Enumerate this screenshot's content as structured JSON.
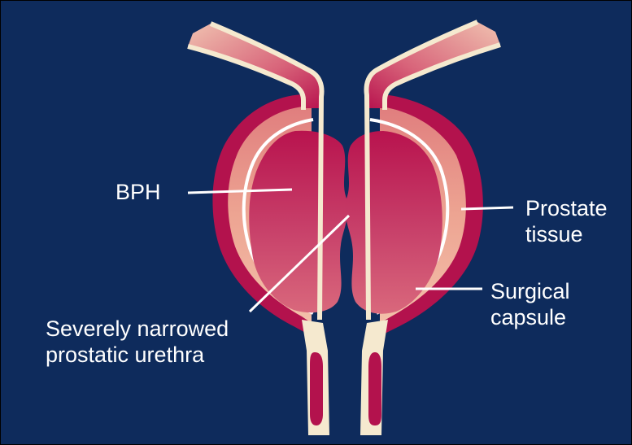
{
  "labels": {
    "bph": "BPH",
    "prostate_tissue": [
      "Prostate",
      "tissue"
    ],
    "surgical_capsule": [
      "Surgical",
      "capsule"
    ],
    "narrowed_urethra": [
      "Severely narrowed",
      "prostatic urethra"
    ]
  },
  "colors": {
    "background": "#0e2b5c",
    "capsule_outer": "#b3124d",
    "prostate_tissue": "#e89a8a",
    "white_line": "#ffffff",
    "bph_tissue": "#c23765",
    "urethra_tube": "#f5e9cf",
    "bladder_neck": "#d45a6e"
  }
}
